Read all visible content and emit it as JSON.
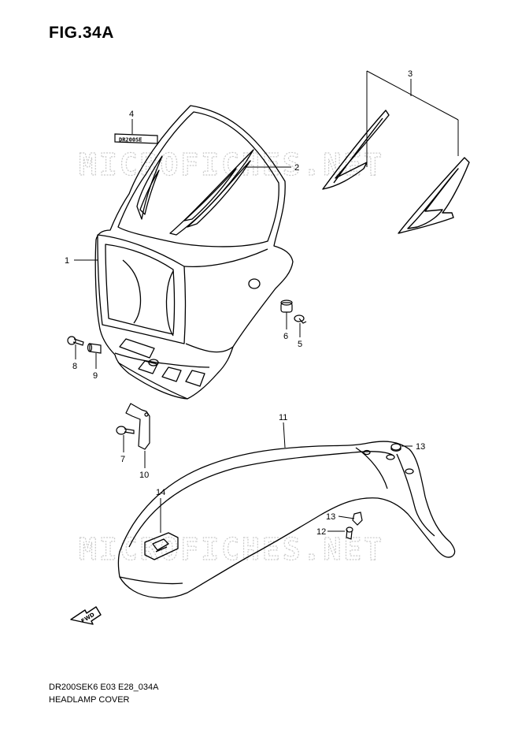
{
  "figure": {
    "title": "FIG.34A",
    "code": "DR200SEK6 E03 E28_034A",
    "name": "HEADLAMP COVER"
  },
  "watermark": "MICROFICHES.NET",
  "decal_text": "DR200SE",
  "fwd_label": "FWD",
  "callouts": [
    "1",
    "2",
    "3",
    "4",
    "5",
    "6",
    "7",
    "8",
    "9",
    "10",
    "11",
    "12",
    "13",
    "13",
    "14"
  ],
  "colors": {
    "line": "#000000",
    "watermark": "#c9c9c9",
    "background": "#ffffff"
  }
}
